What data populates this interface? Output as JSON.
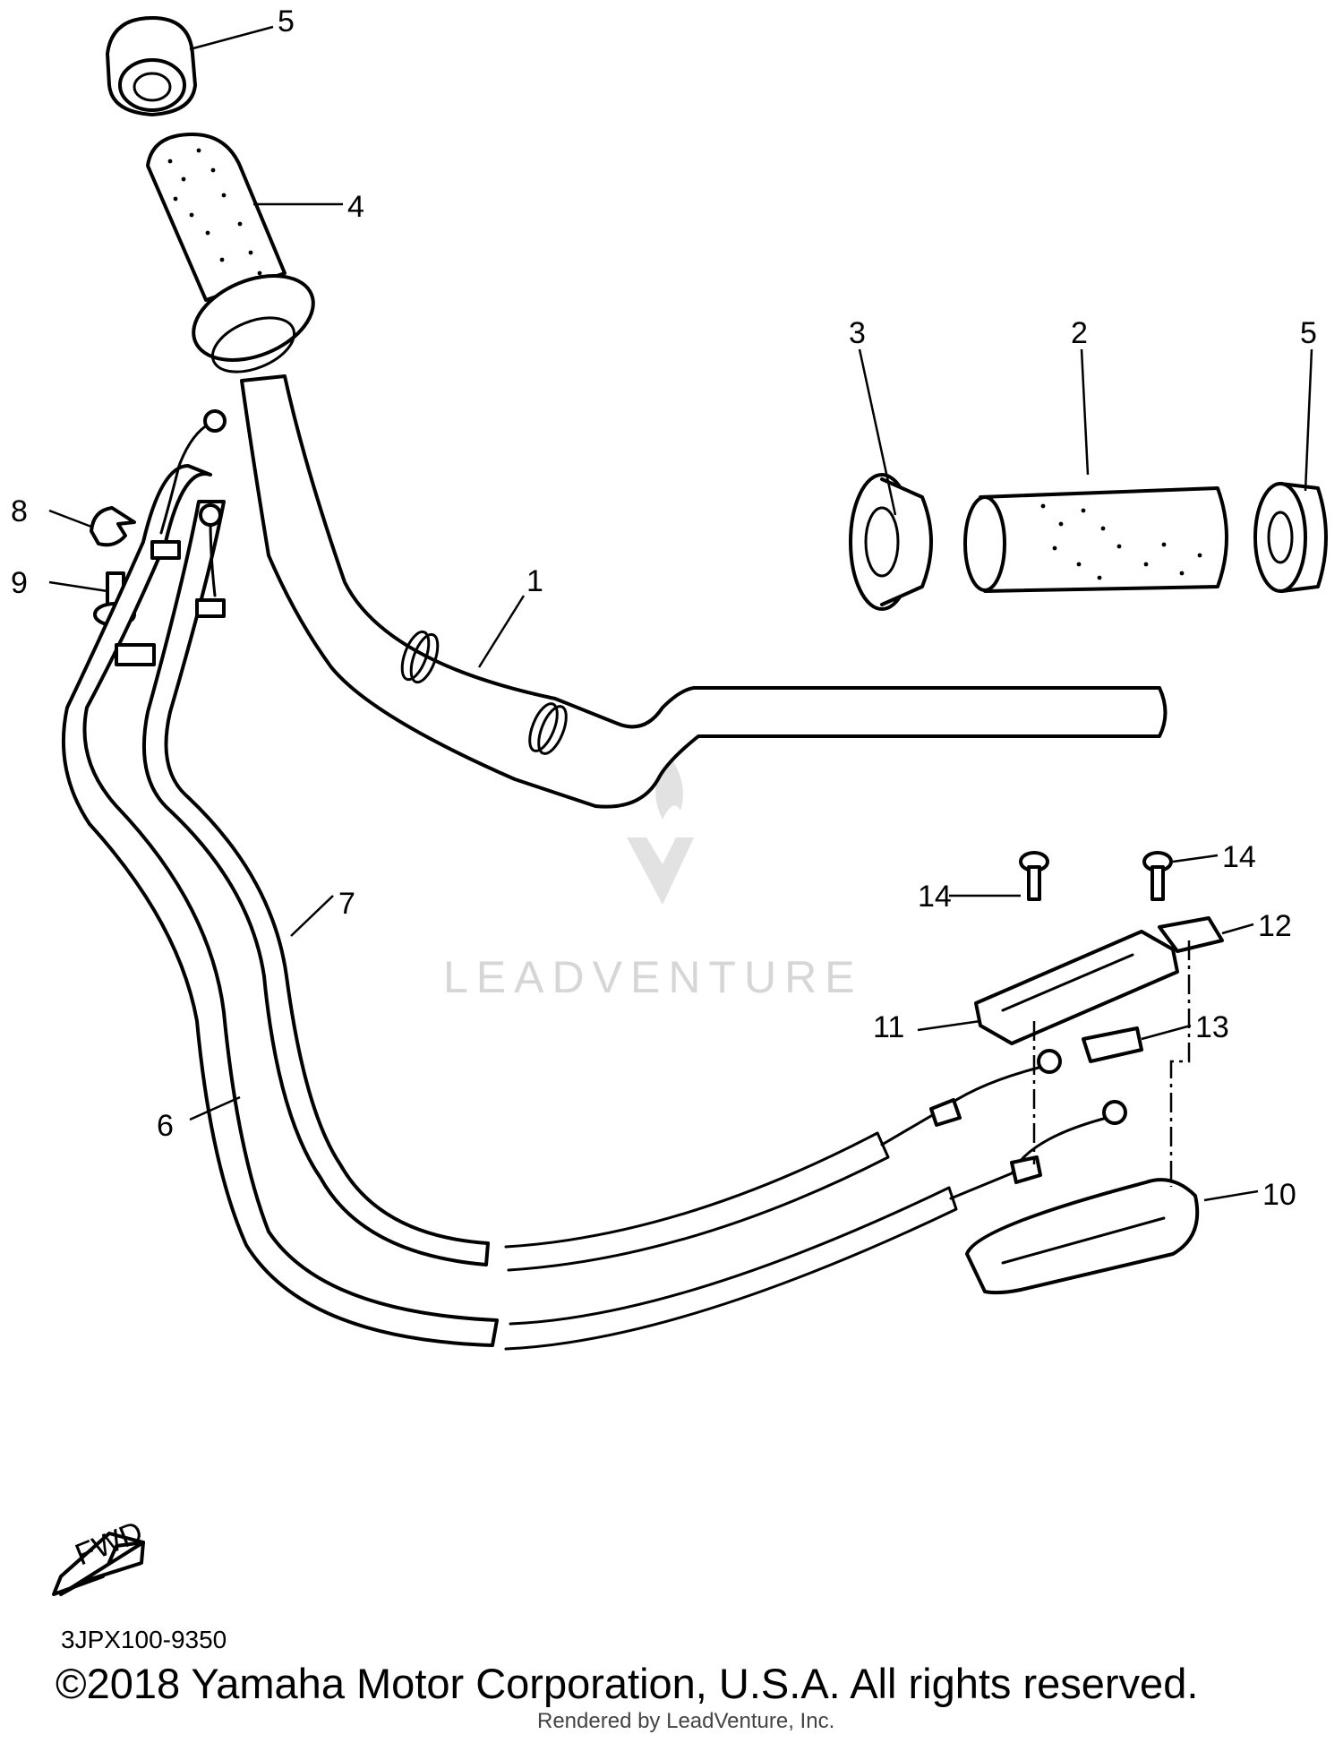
{
  "callouts": {
    "c1": "1",
    "c2": "2",
    "c3": "3",
    "c4": "4",
    "c5a": "5",
    "c5b": "5",
    "c6": "6",
    "c7": "7",
    "c8": "8",
    "c9": "9",
    "c10": "10",
    "c11": "11",
    "c12": "12",
    "c13": "13",
    "c14a": "14",
    "c14b": "14"
  },
  "fwd_label": "FWD",
  "watermark": "LEADVENTURE",
  "footer": {
    "part_code": "3JPX100-9350",
    "copyright": "©2018 Yamaha Motor Corporation, U.S.A. All rights reserved.",
    "rendered_by": "Rendered by LeadVenture, Inc."
  },
  "colors": {
    "ink": "#000000",
    "watermark": "#d6d6d6",
    "background": "#ffffff"
  }
}
